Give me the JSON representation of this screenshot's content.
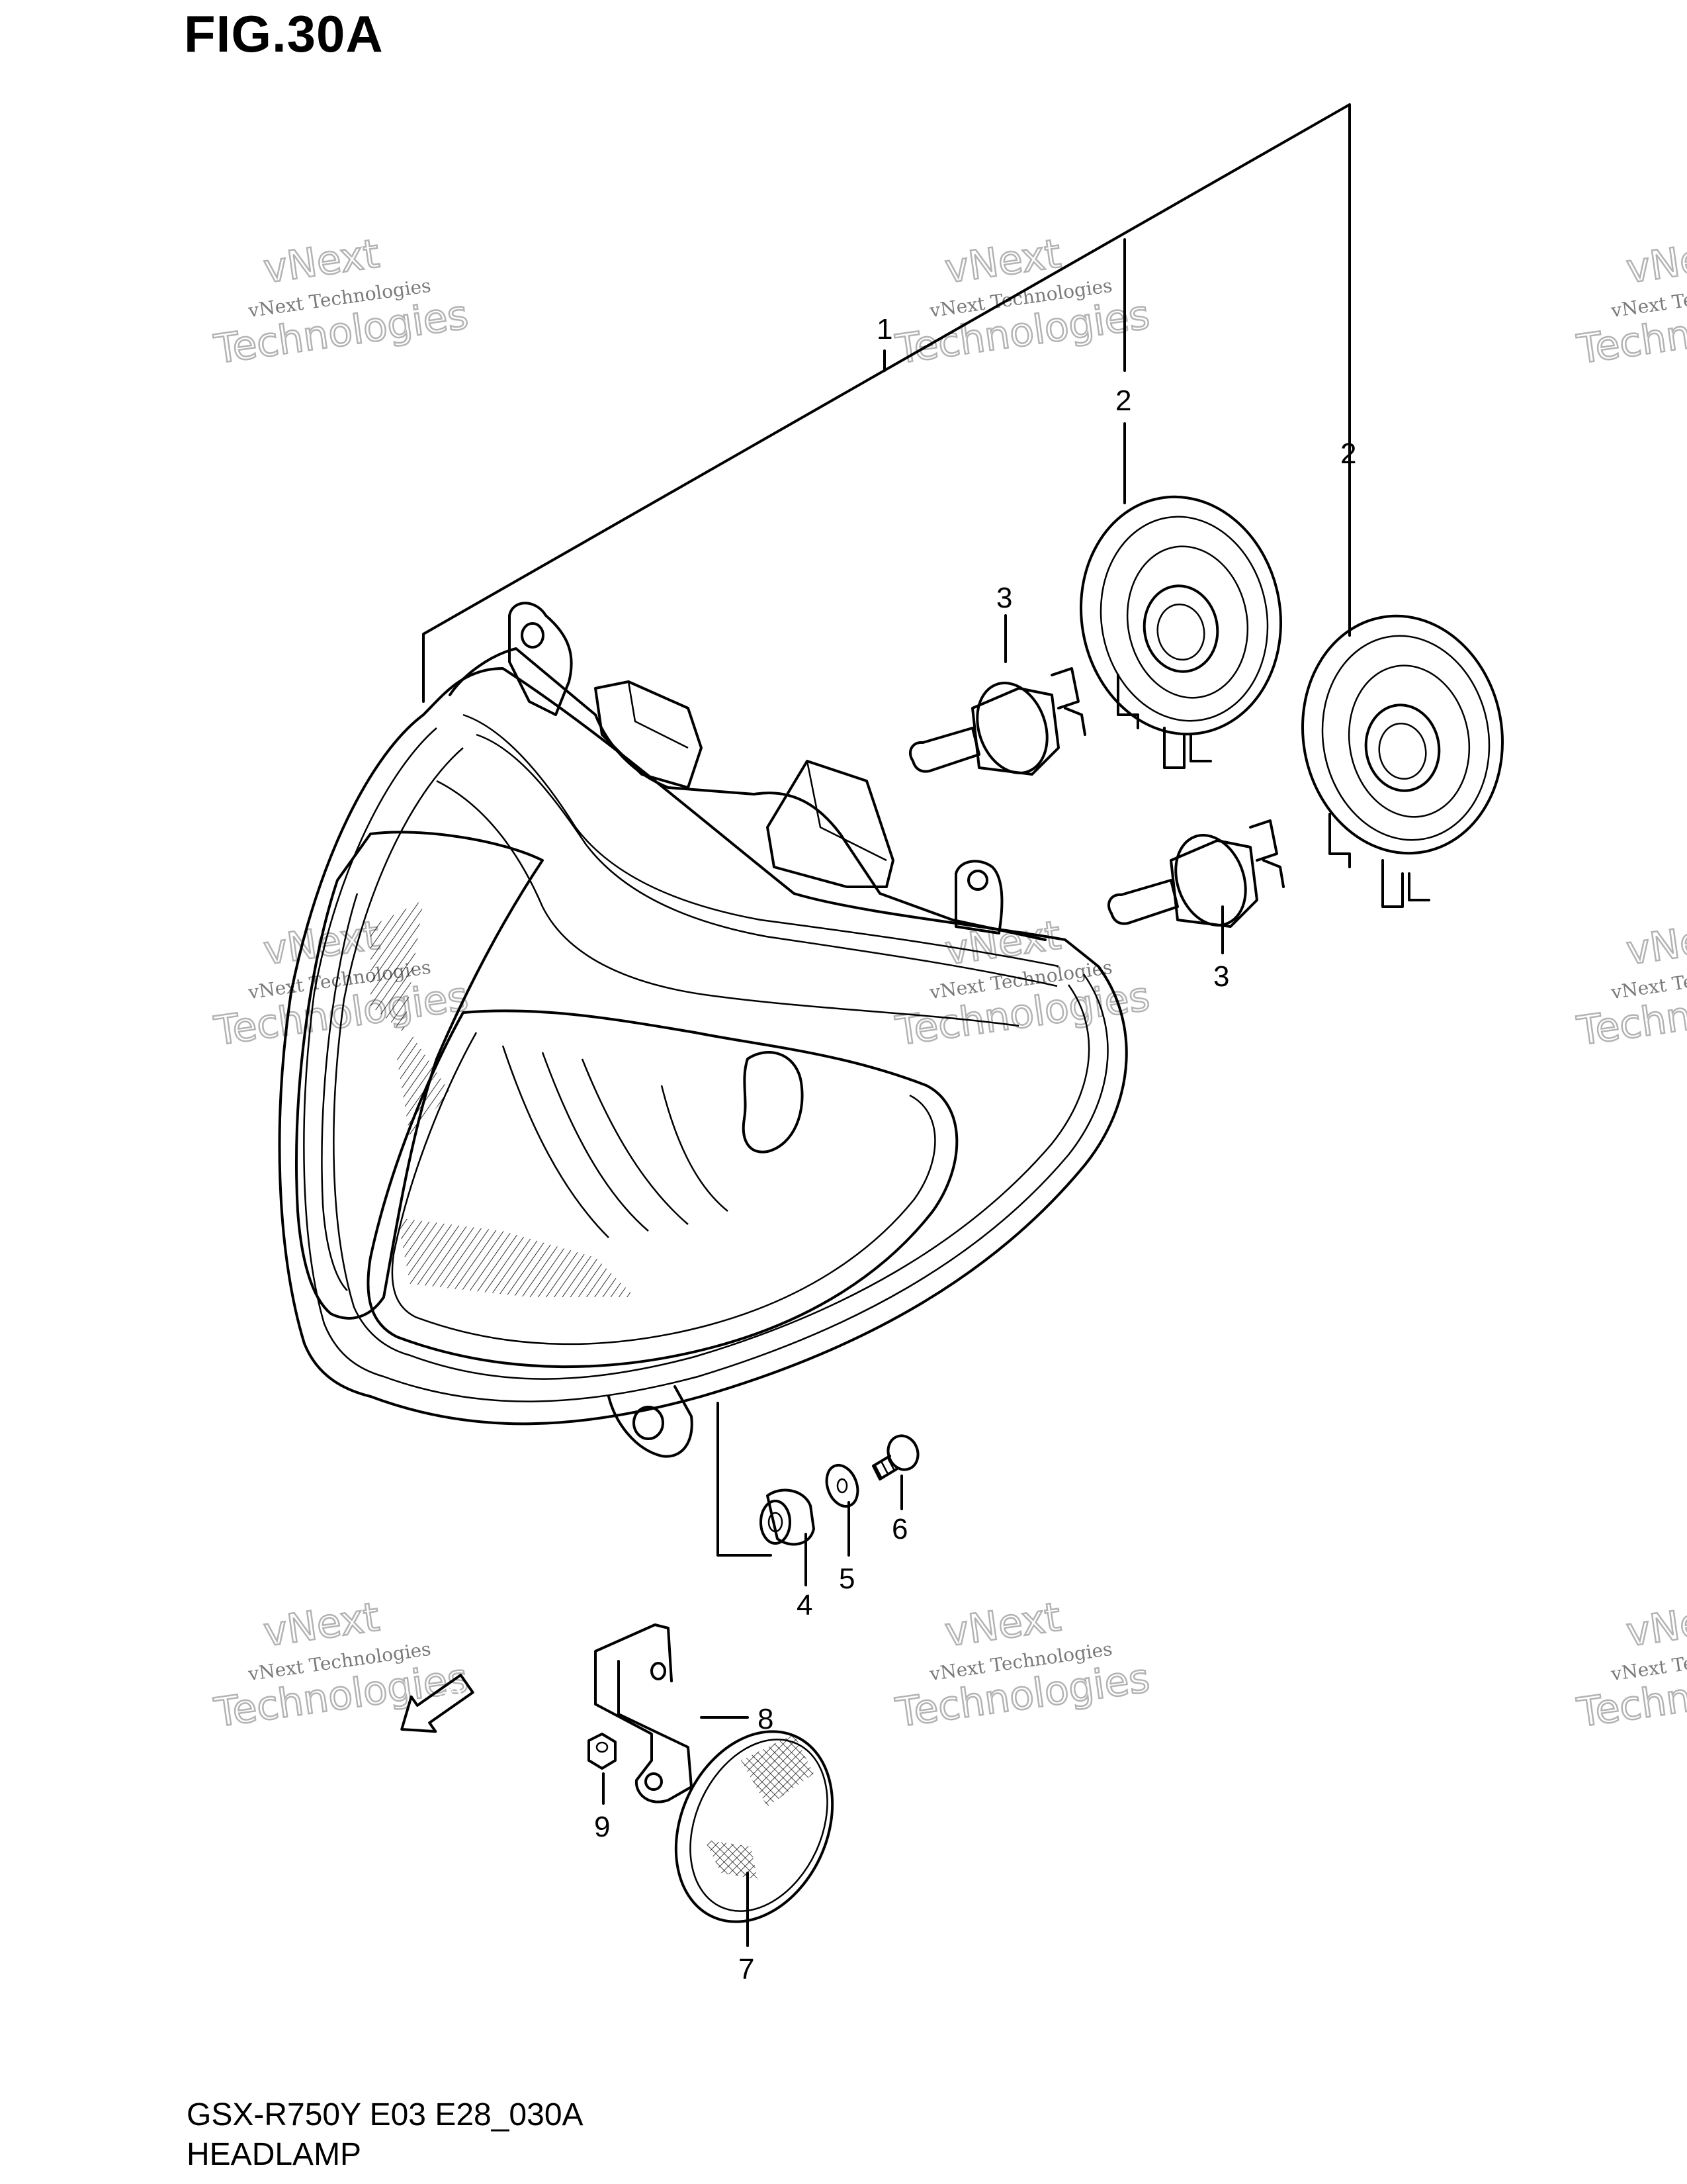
{
  "figure": {
    "title": "FIG.30A",
    "model_code": "GSX-R750Y E03 E28_030A",
    "section_name": "HEADLAMP",
    "fwd_label": "FWD"
  },
  "watermark": {
    "small_text": "vNext Technologies",
    "big_line1": "vNext",
    "big_line2": "Technologies"
  },
  "callouts": [
    "1",
    "2",
    "2",
    "3",
    "3",
    "4",
    "5",
    "6",
    "7",
    "8",
    "9"
  ],
  "colors": {
    "ink": "#000000",
    "watermark": "#b3b3b3",
    "background": "#ffffff"
  }
}
